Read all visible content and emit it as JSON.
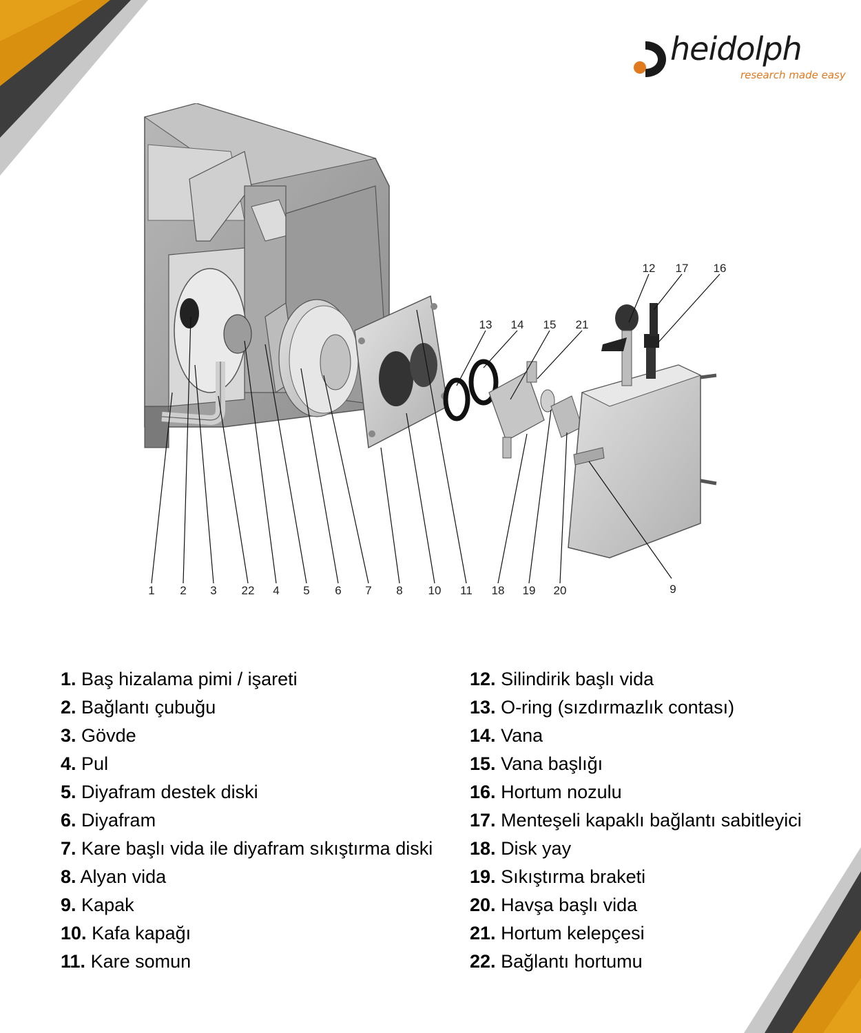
{
  "brand": {
    "name": "heidolph",
    "tagline": "research made easy",
    "accent": "#e07a1f",
    "dark": "#1a1a1a"
  },
  "corner_colors": [
    "#d9900f",
    "#3d3d3d",
    "#b9b9b9"
  ],
  "callouts": [
    "1",
    "2",
    "3",
    "22",
    "4",
    "5",
    "6",
    "7",
    "8",
    "10",
    "11",
    "18",
    "19",
    "20",
    "9",
    "12",
    "17",
    "16",
    "13",
    "14",
    "15",
    "21"
  ],
  "legend": {
    "left": [
      {
        "num": "1.",
        "text": "Baş hizalama pimi / işareti"
      },
      {
        "num": "2.",
        "text": "Bağlantı çubuğu"
      },
      {
        "num": "3.",
        "text": "Gövde"
      },
      {
        "num": "4.",
        "text": "Pul"
      },
      {
        "num": "5.",
        "text": "Diyafram destek diski"
      },
      {
        "num": "6.",
        "text": "Diyafram"
      },
      {
        "num": "7.",
        "text": "Kare başlı vida ile diyafram sıkıştırma diski"
      },
      {
        "num": "8.",
        "text": "Alyan vida"
      },
      {
        "num": "9.",
        "text": "Kapak"
      },
      {
        "num": "10.",
        "text": "Kafa kapağı"
      },
      {
        "num": "11.",
        "text": "Kare somun"
      }
    ],
    "right": [
      {
        "num": "12.",
        "text": "Silindirik başlı vida"
      },
      {
        "num": "13.",
        "text": "O-ring (sızdırmazlık contası)"
      },
      {
        "num": "14.",
        "text": "Vana"
      },
      {
        "num": "15.",
        "text": "Vana başlığı"
      },
      {
        "num": "16.",
        "text": "Hortum nozulu"
      },
      {
        "num": "17.",
        "text": "Menteşeli kapaklı bağlantı sabitleyici"
      },
      {
        "num": "18.",
        "text": "Disk yay"
      },
      {
        "num": "19.",
        "text": "Sıkıştırma braketi"
      },
      {
        "num": "20.",
        "text": "Havşa başlı vida"
      },
      {
        "num": "21.",
        "text": "Hortum kelepçesi"
      },
      {
        "num": "22.",
        "text": "Bağlantı hortumu"
      }
    ]
  }
}
